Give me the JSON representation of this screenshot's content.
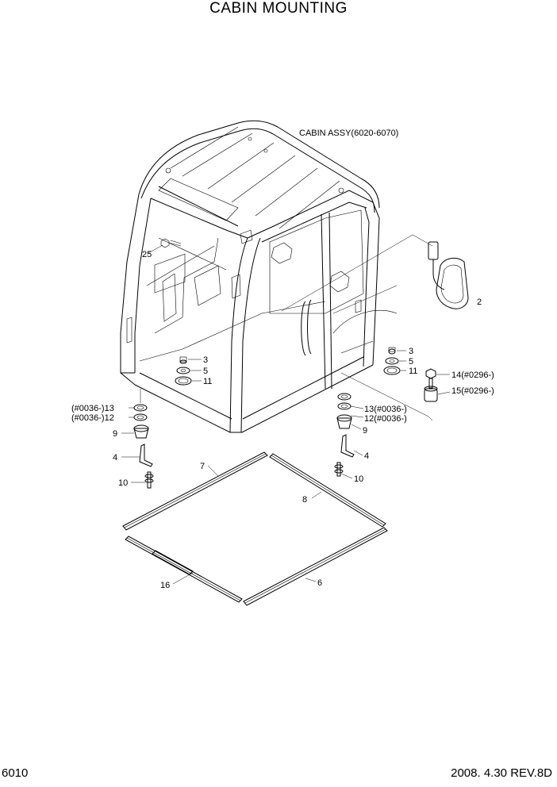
{
  "title": "CABIN MOUNTING",
  "assembly_note": "CABIN ASSY(6020-6070)",
  "footer": {
    "page_number": "6010",
    "date_rev": "2008. 4.30  REV.8D"
  },
  "callouts": {
    "c2": "2",
    "c3_left": "3",
    "c5_left": "5",
    "c11_left": "11",
    "c3_right": "3",
    "c5_right": "5",
    "c11_right": "11",
    "c14": "14(#0296-)",
    "c15": "15(#0296-)",
    "c13_left": "(#0036-)13",
    "c12_left": "(#0036-)12",
    "c9_left": "9",
    "c4_left": "4",
    "c10_left": "10",
    "c13_right": "13(#0036-)",
    "c12_right": "12(#0036-)",
    "c9_right": "9",
    "c4_right": "4",
    "c10_right": "10",
    "c25": "25",
    "c7": "7",
    "c8": "8",
    "c6": "6",
    "c16": "16"
  }
}
